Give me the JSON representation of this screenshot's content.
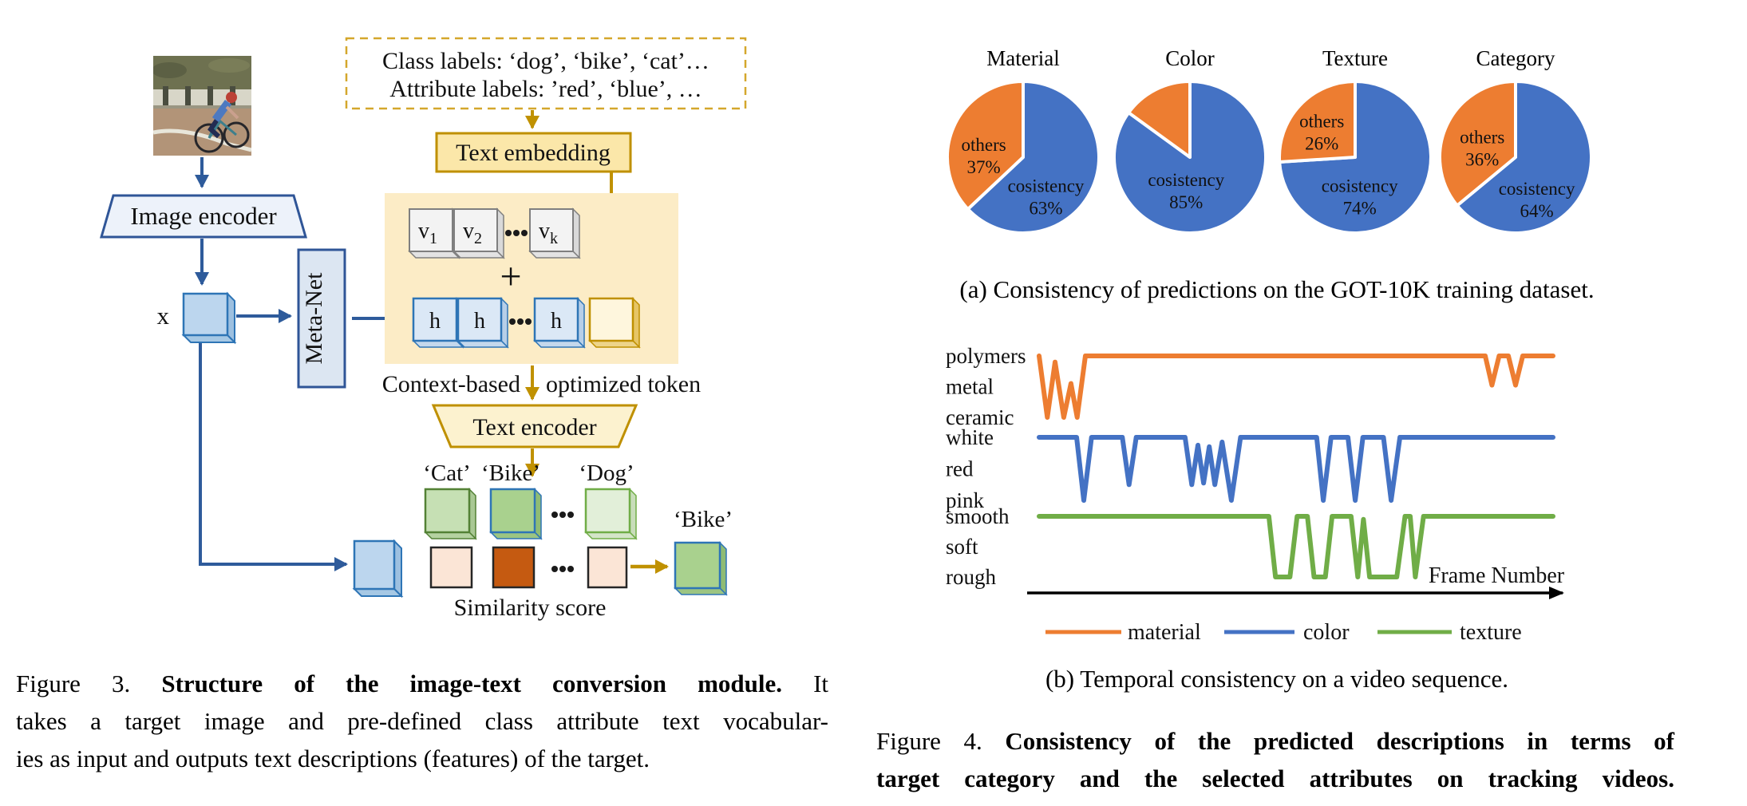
{
  "figure3": {
    "box_line1": "Class labels: ‘dog’, ‘bike’, ‘cat’…",
    "box_line2": "Attribute labels: ’red’, ‘blue’, …",
    "text_embedding": "Text embedding",
    "image_encoder": "Image encoder",
    "meta_net": "Meta-Net",
    "x_label": "x",
    "v1": {
      "base": "v",
      "sub": "1"
    },
    "v2": {
      "base": "v",
      "sub": "2"
    },
    "vk": {
      "base": "v",
      "sub": "k"
    },
    "plus": "+",
    "h": "h",
    "context_left": "Context-based",
    "context_right": "optimized token",
    "text_encoder": "Text encoder",
    "label_cat": "‘Cat’",
    "label_bike": "‘Bike’",
    "label_dog": "‘Dog’",
    "label_out": "‘Bike’",
    "similarity": "Similarity score",
    "cap_prefix": "Figure 3.",
    "cap_bold": "Structure of the image-text conversion module.",
    "cap_tail": "It",
    "cap_line2": "takes a target image and pre-defined class  attribute text vocabular-",
    "cap_line3": "ies as input and outputs text descriptions (features) of the target."
  },
  "figure4": {
    "caption_a": "(a) Consistency of predictions on the GOT-10K training dataset.",
    "caption_b": "(b) Temporal consistency on a video sequence.",
    "cap_prefix": "Figure 4.",
    "cap_bold1": "Consistency of the predicted descriptions in terms of",
    "cap_bold2": "target category and the selected attributes on tracking videos."
  },
  "colors": {
    "accent_gold": "#BF9000",
    "accent_blue": "#2E5B9B",
    "pie_blue": "#4472C4",
    "pie_orange": "#ED7D31",
    "line_green": "#70AD47",
    "score_high": "#C55A11",
    "score_low": "#FBE5D6"
  },
  "chart_data": [
    {
      "type": "pie",
      "unit": "%",
      "legend_position": "inside",
      "pies": [
        {
          "title": "Material",
          "slices": [
            {
              "label": "cosistency",
              "value": 63,
              "color": "#4472C4",
              "label_pos": [
                0.3,
                0.52
              ]
            },
            {
              "label": "others",
              "value": 37,
              "color": "#ED7D31",
              "label_pos": [
                -0.52,
                -0.02
              ]
            }
          ]
        },
        {
          "title": "Color",
          "slices": [
            {
              "label": "cosistency",
              "value": 85,
              "color": "#4472C4",
              "label_pos": [
                -0.05,
                0.44
              ]
            },
            {
              "value": 15,
              "color": "#ED7D31"
            }
          ]
        },
        {
          "title": "Texture",
          "slices": [
            {
              "label": "cosistency",
              "value": 74,
              "color": "#4472C4",
              "label_pos": [
                0.06,
                0.52
              ]
            },
            {
              "label": "others",
              "value": 26,
              "color": "#ED7D31",
              "label_pos": [
                -0.44,
                -0.33
              ]
            }
          ]
        },
        {
          "title": "Category",
          "slices": [
            {
              "label": "cosistency",
              "value": 64,
              "color": "#4472C4",
              "label_pos": [
                0.28,
                0.56
              ]
            },
            {
              "label": "others",
              "value": 36,
              "color": "#ED7D31",
              "label_pos": [
                -0.44,
                -0.12
              ]
            }
          ]
        }
      ]
    },
    {
      "type": "line",
      "xlabel": "Frame Number",
      "x_axis": {
        "arrow": true,
        "ticks": "none"
      },
      "grid": false,
      "legend_position": "bottom",
      "series": [
        {
          "name": "material",
          "color": "#ED7D31",
          "levels": [
            "polymers",
            "metal",
            "ceramic"
          ],
          "points": [
            [
              0,
              0
            ],
            [
              1.6,
              2
            ],
            [
              3.1,
              0.2
            ],
            [
              4.8,
              2
            ],
            [
              6.2,
              0.9
            ],
            [
              7.4,
              2
            ],
            [
              9,
              0
            ],
            [
              86.8,
              0
            ],
            [
              88.1,
              0.95
            ],
            [
              89.5,
              0
            ],
            [
              91.3,
              0
            ],
            [
              92.7,
              0.95
            ],
            [
              94.1,
              0
            ],
            [
              100,
              0
            ]
          ]
        },
        {
          "name": "color",
          "color": "#4472C4",
          "levels": [
            "white",
            "red",
            "pink"
          ],
          "points": [
            [
              0,
              0
            ],
            [
              7.3,
              0
            ],
            [
              8.7,
              2
            ],
            [
              10.2,
              0
            ],
            [
              16.2,
              0
            ],
            [
              17.5,
              1.5
            ],
            [
              18.9,
              0
            ],
            [
              28.4,
              0
            ],
            [
              29.7,
              1.5
            ],
            [
              30.9,
              0.25
            ],
            [
              32,
              1.45
            ],
            [
              33.1,
              0.3
            ],
            [
              34.2,
              1.5
            ],
            [
              35.6,
              0.15
            ],
            [
              37.4,
              2
            ],
            [
              39.2,
              0
            ],
            [
              54,
              0
            ],
            [
              55.3,
              2
            ],
            [
              56.8,
              0
            ],
            [
              60.1,
              0
            ],
            [
              61.5,
              2
            ],
            [
              63,
              0
            ],
            [
              67,
              0
            ],
            [
              68.5,
              2
            ],
            [
              70.2,
              0
            ],
            [
              100,
              0
            ]
          ]
        },
        {
          "name": "texture",
          "color": "#70AD47",
          "levels": [
            "smooth",
            "soft",
            "rough"
          ],
          "points": [
            [
              0,
              0
            ],
            [
              44.7,
              0
            ],
            [
              46,
              2
            ],
            [
              48.8,
              2
            ],
            [
              50.2,
              0
            ],
            [
              52.2,
              0
            ],
            [
              53.5,
              2
            ],
            [
              55.7,
              2
            ],
            [
              57,
              0
            ],
            [
              60.7,
              0
            ],
            [
              62,
              2
            ],
            [
              63.1,
              0.1
            ],
            [
              64.3,
              2
            ],
            [
              65.7,
              2
            ],
            [
              69.6,
              2
            ],
            [
              71.2,
              0
            ],
            [
              72.2,
              0
            ],
            [
              73.2,
              2
            ],
            [
              74.8,
              0
            ],
            [
              100,
              0
            ]
          ]
        }
      ]
    }
  ]
}
